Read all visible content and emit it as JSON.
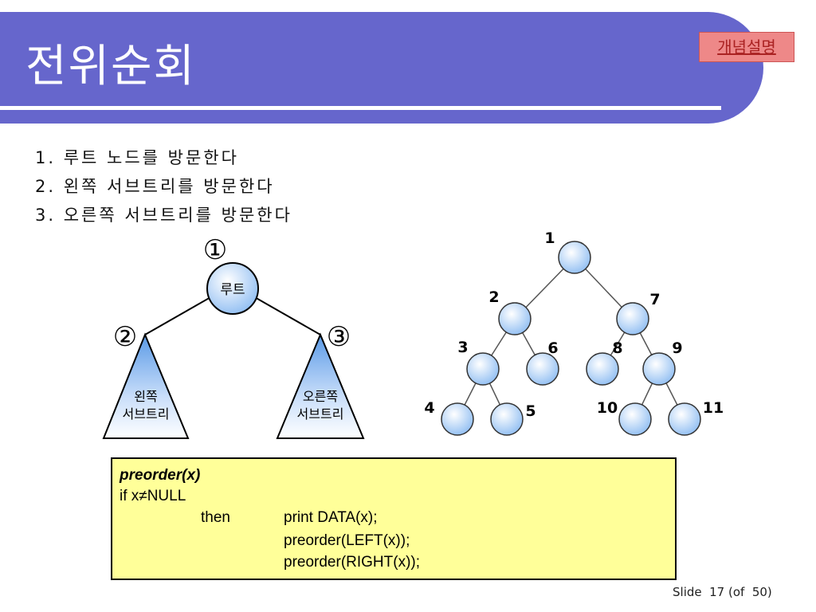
{
  "slide": {
    "title": "전위순회",
    "badge": "개념설명",
    "footer": "Slide  17 (of  50)"
  },
  "steps": [
    "1. 루트 노드를 방문한다",
    "2. 왼쪽 서브트리를 방문한다",
    "3. 오른쪽 서브트리를 방문한다"
  ],
  "left_diagram": {
    "root_label": "루트",
    "left_label_line1": "왼쪽",
    "left_label_line2": "서브트리",
    "right_label_line1": "오른쪽",
    "right_label_line2": "서브트리",
    "marker_1": "①",
    "marker_2": "②",
    "marker_3": "③"
  },
  "tree": {
    "nodes": [
      "1",
      "2",
      "3",
      "4",
      "5",
      "6",
      "7",
      "8",
      "9",
      "10",
      "11"
    ],
    "edges": [
      [
        "1",
        "2"
      ],
      [
        "1",
        "7"
      ],
      [
        "2",
        "3"
      ],
      [
        "2",
        "6"
      ],
      [
        "3",
        "4"
      ],
      [
        "3",
        "5"
      ],
      [
        "7",
        "8"
      ],
      [
        "7",
        "9"
      ],
      [
        "9",
        "10"
      ],
      [
        "9",
        "11"
      ]
    ],
    "node_color": "#a9cdf5"
  },
  "code": {
    "l1": "preorder(x)",
    "l2": "if x≠NULL",
    "l3a": "then",
    "l3b": "print DATA(x);",
    "l4": "preorder(LEFT(x));",
    "l5": "preorder(RIGHT(x));"
  }
}
